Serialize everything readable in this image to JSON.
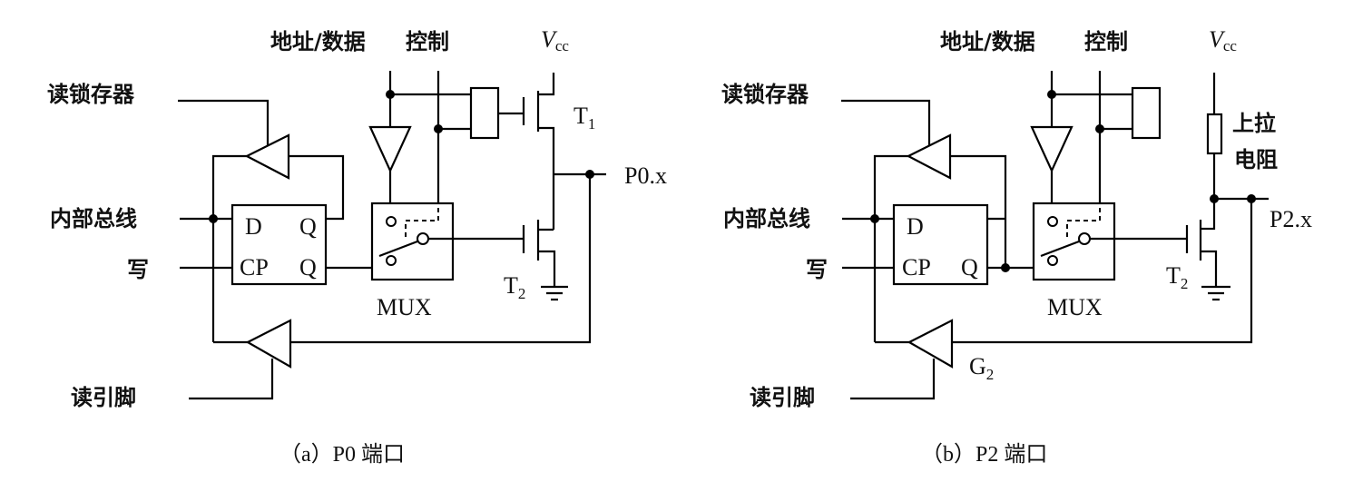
{
  "diagrams": [
    {
      "id": "a",
      "caption": "（a）P0 端口",
      "labels": {
        "read_latch": "读锁存器",
        "internal_bus": "内部总线",
        "write": "写",
        "read_pin": "读引脚",
        "addr_data": "地址/数据",
        "control": "控制",
        "vcc_main": "V",
        "vcc_sub": "cc",
        "d": "D",
        "q": "Q",
        "cp": "CP",
        "q_bar": "Q",
        "mux": "MUX",
        "t1_main": "T",
        "t1_sub": "1",
        "t2_main": "T",
        "t2_sub": "2",
        "pin": "P0.x"
      }
    },
    {
      "id": "b",
      "caption": "（b）P2 端口",
      "labels": {
        "read_latch": "读锁存器",
        "internal_bus": "内部总线",
        "write": "写",
        "read_pin": "读引脚",
        "addr_data": "地址/数据",
        "control": "控制",
        "vcc_main": "V",
        "vcc_sub": "cc",
        "d": "D",
        "cp": "CP",
        "q": "Q",
        "mux": "MUX",
        "pullup_line1": "上拉",
        "pullup_line2": "电阻",
        "t2_main": "T",
        "t2_sub": "2",
        "g2_main": "G",
        "g2_sub": "2",
        "pin": "P2.x"
      }
    }
  ]
}
